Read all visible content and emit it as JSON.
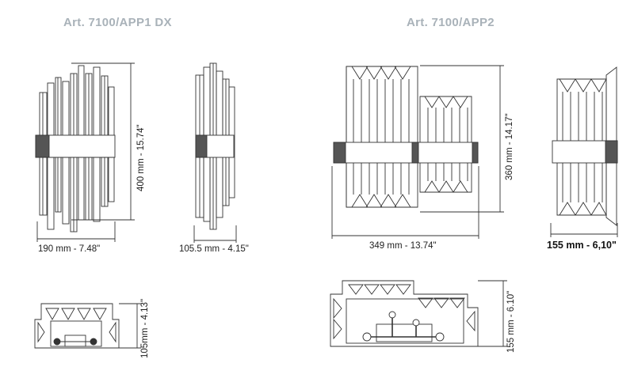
{
  "titles": {
    "left": "Art. 7100/APP1 DX",
    "right": "Art. 7100/APP2"
  },
  "dimensions": {
    "app1_width": "190 mm - 7.48\"",
    "app1_height": "400 mm - 15.74\"",
    "app1_depth": "105.5 mm - 4.15\"",
    "app1_plan_depth": "105mm - 4.13\"",
    "app2_width": "349 mm - 13.74\"",
    "app2_height": "360 mm - 14.17\"",
    "app2_depth": "155 mm - 6,10\"",
    "app2_plan_depth": "155 mm - 6.10\""
  },
  "colors": {
    "line": "#333333",
    "title": "#a9b2b9",
    "metal": "#555555"
  }
}
